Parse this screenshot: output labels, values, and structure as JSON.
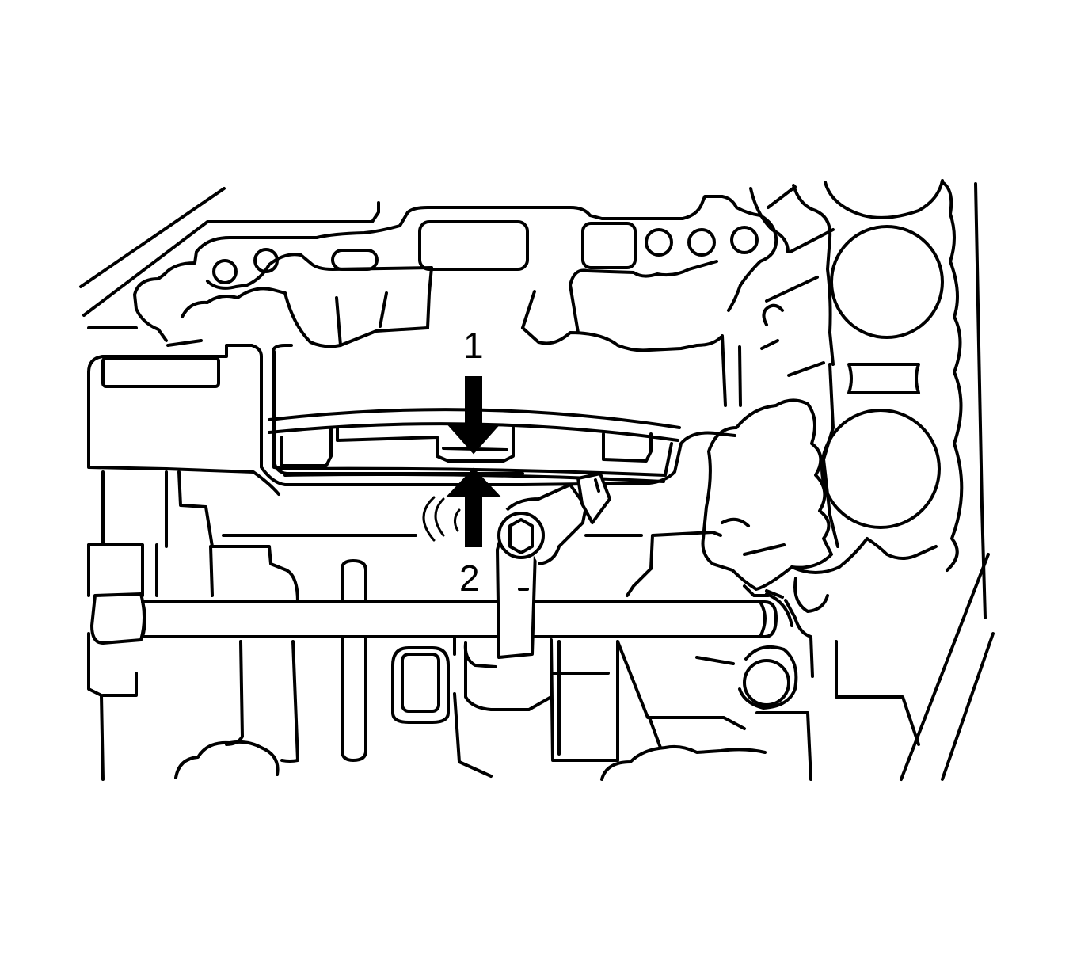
{
  "callouts": [
    {
      "id": "1",
      "text": "1",
      "arrow_direction": "down"
    },
    {
      "id": "2",
      "text": "2",
      "arrow_direction": "up"
    }
  ]
}
